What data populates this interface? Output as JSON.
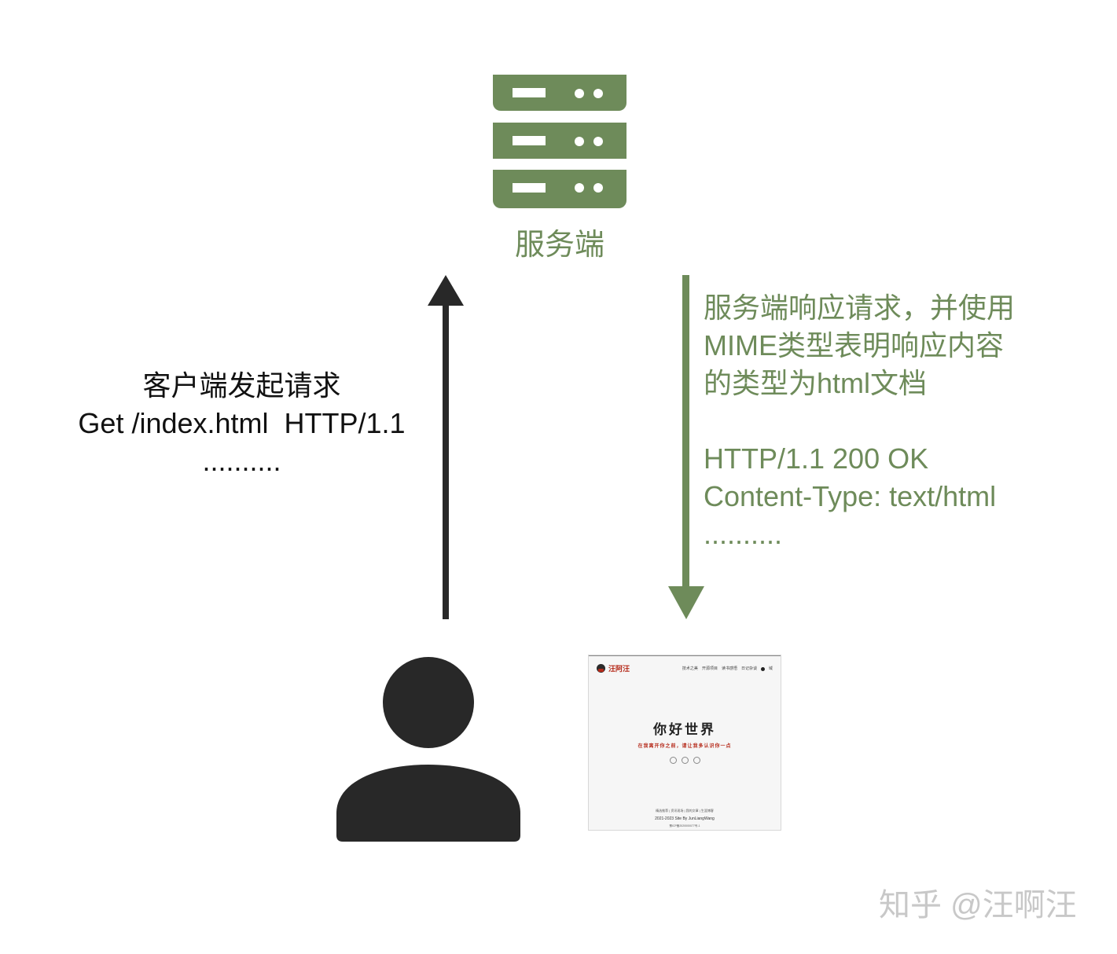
{
  "colors": {
    "server_green": "#6e8b5a",
    "dark": "#282828",
    "brand_red": "#b52a1a",
    "watermark_gray": "#c8c8c8"
  },
  "server": {
    "icon": "server-icon",
    "label": "服务端"
  },
  "request": {
    "lines": [
      "客户端发起请求",
      "Get /index.html  HTTP/1.1",
      ".........."
    ]
  },
  "response": {
    "lines": [
      "服务端响应请求，并使用",
      "MIME类型表明响应内容",
      "的类型为html文档",
      "",
      "HTTP/1.1 200 OK",
      "Content-Type: text/html",
      ".........."
    ]
  },
  "client": {
    "icon": "user-icon"
  },
  "thumbnail": {
    "brand": "汪阿汪",
    "nav": [
      "技术之美",
      "开源项目",
      "读书感悟",
      "日记杂谈"
    ],
    "nav_extra": "域",
    "title": "你好世界",
    "subtitle": "在我离开你之前，请让我多认识你一点",
    "footer_links": "精选推荐 | 资讯现场 | 我的文章 | 生涯博客",
    "footer_copy": "2021-2023 Site By JunLiangWang",
    "footer_icp": "豫ICP备2020000077号-1"
  },
  "watermark": "知乎 @汪啊汪"
}
